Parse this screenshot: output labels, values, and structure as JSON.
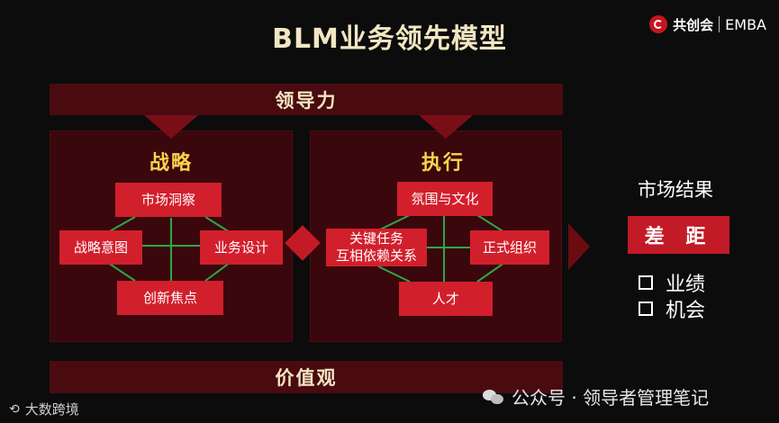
{
  "title": "BLM业务领先模型",
  "logo": {
    "brand": "共创会",
    "suffix": "EMBA"
  },
  "bands": {
    "top": "领导力",
    "bottom": "价值观"
  },
  "strategy": {
    "heading": "战略",
    "nodes": {
      "top": "市场洞察",
      "left": "战略意图",
      "right": "业务设计",
      "bottom": "创新焦点"
    }
  },
  "execution": {
    "heading": "执行",
    "nodes": {
      "top": "氛围与文化",
      "left_line1": "关键任务",
      "left_line2": "互相依赖关系",
      "right": "正式组织",
      "bottom": "人才"
    }
  },
  "result": {
    "heading": "市场结果",
    "gap": "差 距",
    "items": [
      "业绩",
      "机会"
    ]
  },
  "watermarks": {
    "left": "大数跨境",
    "right": "公众号 · 领导者管理笔记"
  },
  "colors": {
    "background": "#0c0c0c",
    "band": "#4a0b10",
    "panel": "#3a070c",
    "node": "#d21f2c",
    "heading": "#ffd34a",
    "title": "#f2e6c2",
    "connector": "#2aa84a"
  },
  "icons": [
    "logo-mark-icon",
    "wechat-icon",
    "diamond-connector-icon",
    "right-arrow-icon"
  ]
}
